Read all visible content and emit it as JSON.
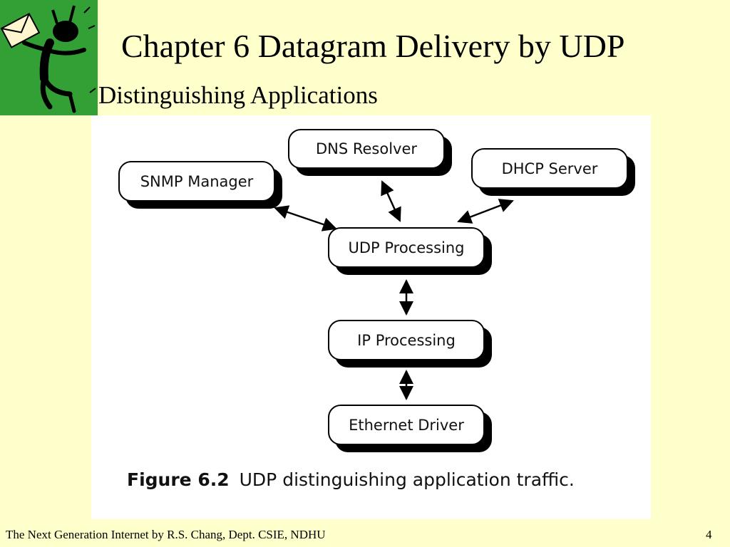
{
  "slide": {
    "title": "Chapter 6 Datagram Delivery by UDP",
    "subtitle": "Distinguishing Applications"
  },
  "logo": {
    "icon": "mail-figure-icon",
    "background": "#33a036"
  },
  "diagram": {
    "nodes": {
      "dns_resolver": "DNS Resolver",
      "snmp_manager": "SNMP Manager",
      "dhcp_server": "DHCP Server",
      "udp_processing": "UDP Processing",
      "ip_processing": "IP Processing",
      "ethernet_driver": "Ethernet Driver"
    },
    "edges": [
      {
        "from": "SNMP Manager",
        "to": "UDP Processing",
        "direction": "both"
      },
      {
        "from": "DNS Resolver",
        "to": "UDP Processing",
        "direction": "both"
      },
      {
        "from": "DHCP Server",
        "to": "UDP Processing",
        "direction": "both"
      },
      {
        "from": "UDP Processing",
        "to": "IP Processing",
        "direction": "both"
      },
      {
        "from": "IP Processing",
        "to": "Ethernet Driver",
        "direction": "both"
      }
    ],
    "caption_label": "Figure 6.2",
    "caption_text": "UDP distinguishing application traffic."
  },
  "footer": {
    "credit": "The Next Generation Internet by R.S. Chang, Dept. CSIE, NDHU",
    "page_number": "4"
  },
  "colors": {
    "background": "#ffffcc",
    "figure_background": "#ffffff",
    "logo_green": "#33a036"
  }
}
